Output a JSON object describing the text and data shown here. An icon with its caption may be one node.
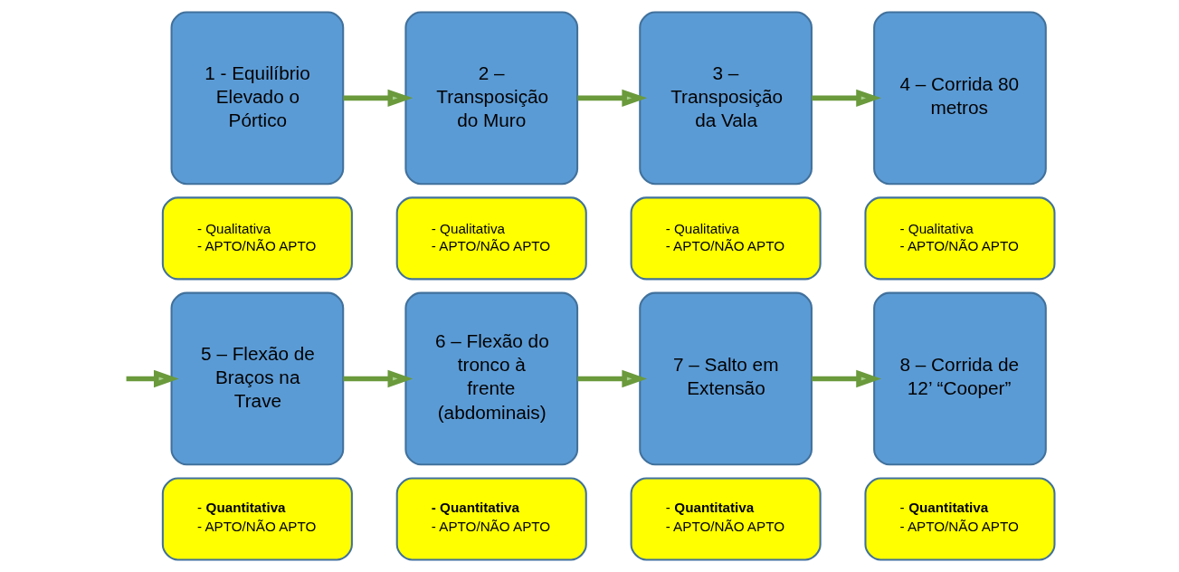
{
  "diagram": {
    "nodes": [
      {
        "text": [
          "1 - Equilíbrio Elevado o Pórtico"
        ]
      },
      {
        "text": [
          "- Qualitativa",
          "- APTO/NÃO APTO"
        ]
      },
      {
        "text": [
          "2 – Transposição do Muro"
        ]
      },
      {
        "text": [
          "- Qualitativa",
          "- APTO/NÃO APTO"
        ]
      },
      {
        "text": [
          "3 – Transposição da Vala"
        ]
      },
      {
        "text": [
          "- Qualitativa",
          "- APTO/NÃO APTO"
        ]
      },
      {
        "text": [
          "4 – Corrida 80 metros"
        ]
      },
      {
        "text": [
          "- Qualitativa",
          "- APTO/NÃO APTO"
        ]
      },
      {
        "text": [
          "5 – Flexão de Braços na Trave"
        ]
      },
      {
        "text": [
          "- **Quantitativa**",
          "- APTO/NÃO APTO"
        ]
      },
      {
        "text": [
          "6 – Flexão do tronco à frente (abdominais)"
        ]
      },
      {
        "text": [
          "**- Quantitativa**",
          "- APTO/NÃO APTO"
        ]
      },
      {
        "text": [
          "7 – Salto em Extensão"
        ]
      },
      {
        "text": [
          "- **Quantitativa**",
          "- APTO/NÃO APTO"
        ]
      },
      {
        "text": [
          "8 – Corrida de 12’ “Cooper”"
        ]
      },
      {
        "text": [
          "- **Quantitativa**",
          "- APTO/NÃO APTO"
        ]
      }
    ],
    "edges": [
      {
        "from": 0,
        "to": 2,
        "arrow": "to"
      },
      {
        "from": 2,
        "to": 4,
        "arrow": "to"
      },
      {
        "from": 4,
        "to": 6,
        "arrow": "to"
      },
      {
        "from": null,
        "to": 8,
        "arrow": "to"
      },
      {
        "from": 8,
        "to": 10,
        "arrow": "to"
      },
      {
        "from": 10,
        "to": 12,
        "arrow": "to"
      },
      {
        "from": 12,
        "to": 14,
        "arrow": "to"
      }
    ]
  }
}
